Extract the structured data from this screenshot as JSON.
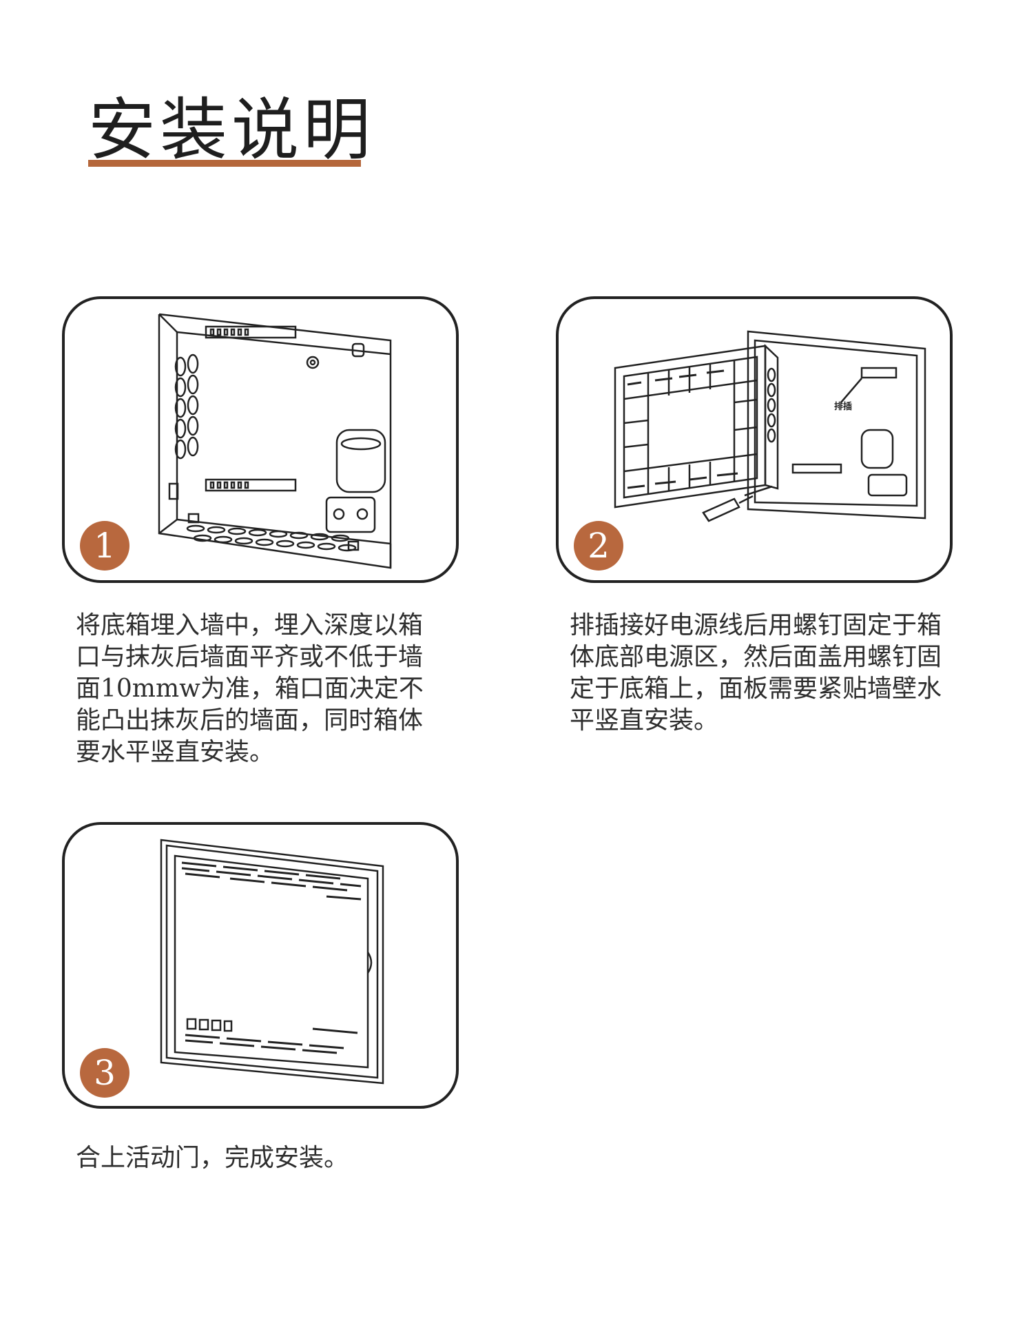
{
  "page": {
    "title": "安装说明",
    "accent_color": "#b5673b"
  },
  "steps": [
    {
      "number": "1",
      "text": "将底箱埋入墙中，埋入深度以箱\n口与抹灰后墙面平齐或不低于墙\n面10mmw为准，箱口面决定不\n能凸出抹灰后的墙面，同时箱体\n要水平竖直安装。",
      "illustration": "box-embedded-in-wall"
    },
    {
      "number": "2",
      "text": "排插接好电源线后用螺钉固定于箱\n体底部电源区，然后面盖用螺钉固\n定于底箱上，面板需要紧贴墙壁水\n平竖直安装。",
      "illustration": "panel-screwed-to-box",
      "label": "排插"
    },
    {
      "number": "3",
      "text": "合上活动门，完成安装。",
      "illustration": "closed-door-panel"
    }
  ]
}
